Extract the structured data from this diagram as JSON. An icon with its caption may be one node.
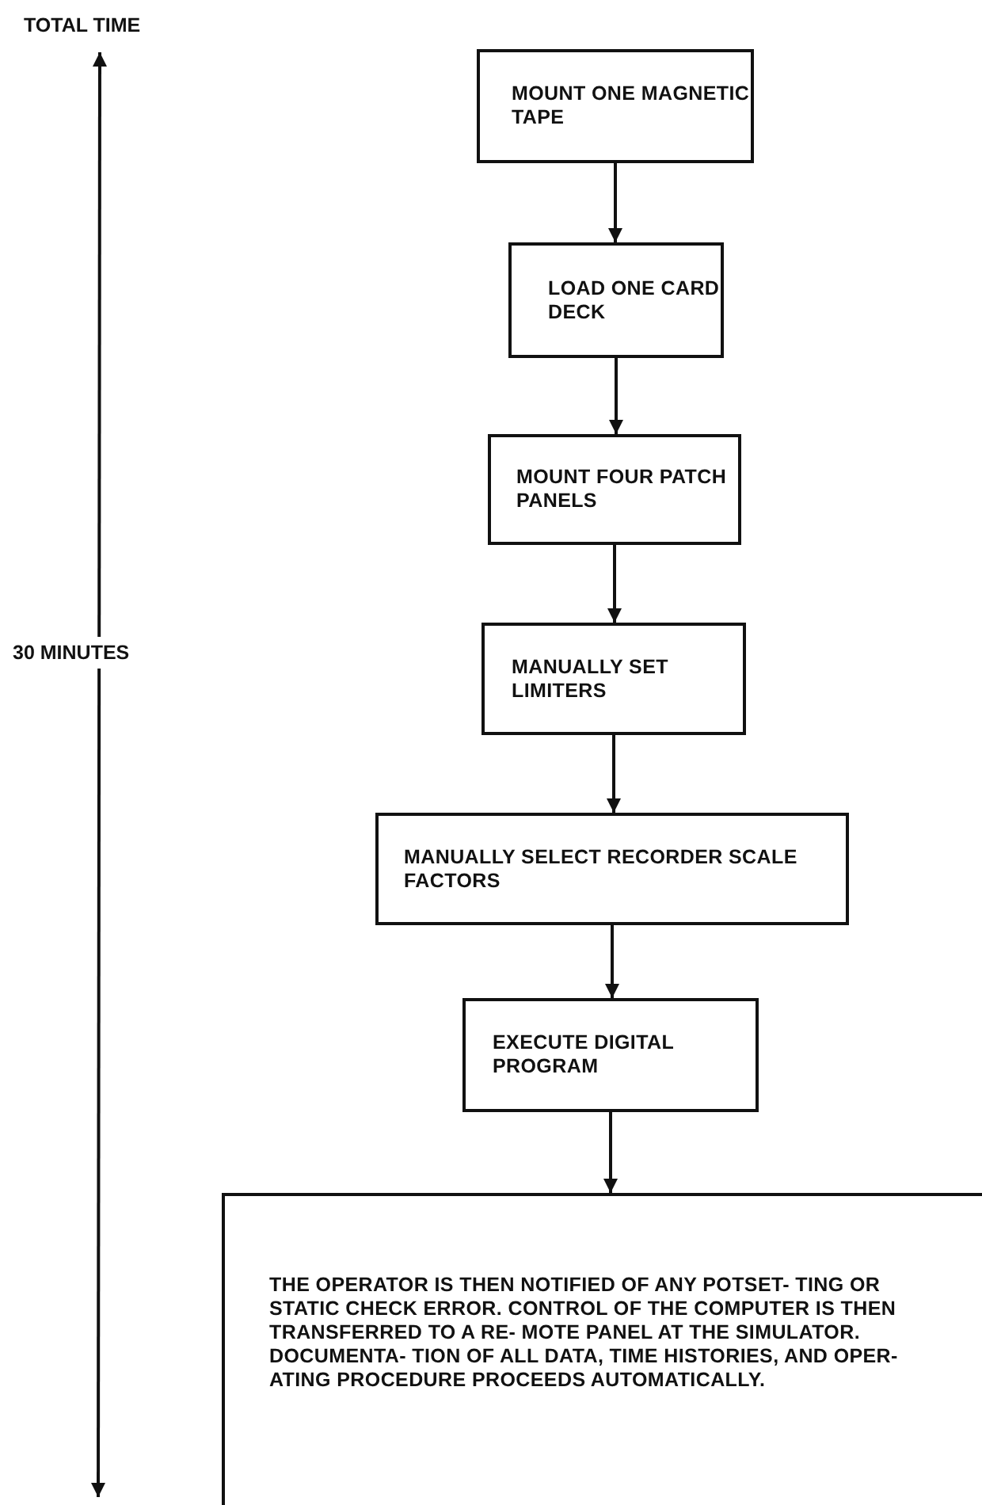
{
  "diagram": {
    "nodes": [
      {
        "text": [
          "MOUNT ONE MAGNETIC TAPE"
        ]
      },
      {
        "text": [
          "LOAD ONE CARD DECK"
        ]
      },
      {
        "text": [
          "MOUNT FOUR PATCH PANELS"
        ]
      },
      {
        "text": [
          "MANUALLY SET LIMITERS"
        ]
      },
      {
        "text": [
          "MANUALLY SELECT RECORDER SCALE FACTORS"
        ]
      },
      {
        "text": [
          "EXECUTE DIGITAL PROGRAM"
        ]
      },
      {
        "text": [
          "THE OPERATOR IS THEN NOTIFIED OF ANY POTSET- TING OR STATIC CHECK ERROR. CONTROL OF THE COMPUTER IS THEN TRANSFERRED TO A RE- MOTE PANEL AT THE SIMULATOR. DOCUMENTA- TION OF ALL DATA, TIME HISTORIES, AND OPER- ATING PROCEDURE PROCEEDS AUTOMATICALLY."
        ]
      }
    ],
    "edges": [
      {
        "from": 0,
        "to": 1,
        "arrow": "to"
      },
      {
        "from": 1,
        "to": 2,
        "arrow": "to"
      },
      {
        "from": 2,
        "to": 3,
        "arrow": "to"
      },
      {
        "from": 3,
        "to": 4,
        "arrow": "to"
      },
      {
        "from": 4,
        "to": 5,
        "arrow": "to"
      },
      {
        "from": 5,
        "to": 6,
        "arrow": "to"
      }
    ],
    "labels": [
      "TOTAL TIME",
      "30 MINUTES"
    ]
  }
}
